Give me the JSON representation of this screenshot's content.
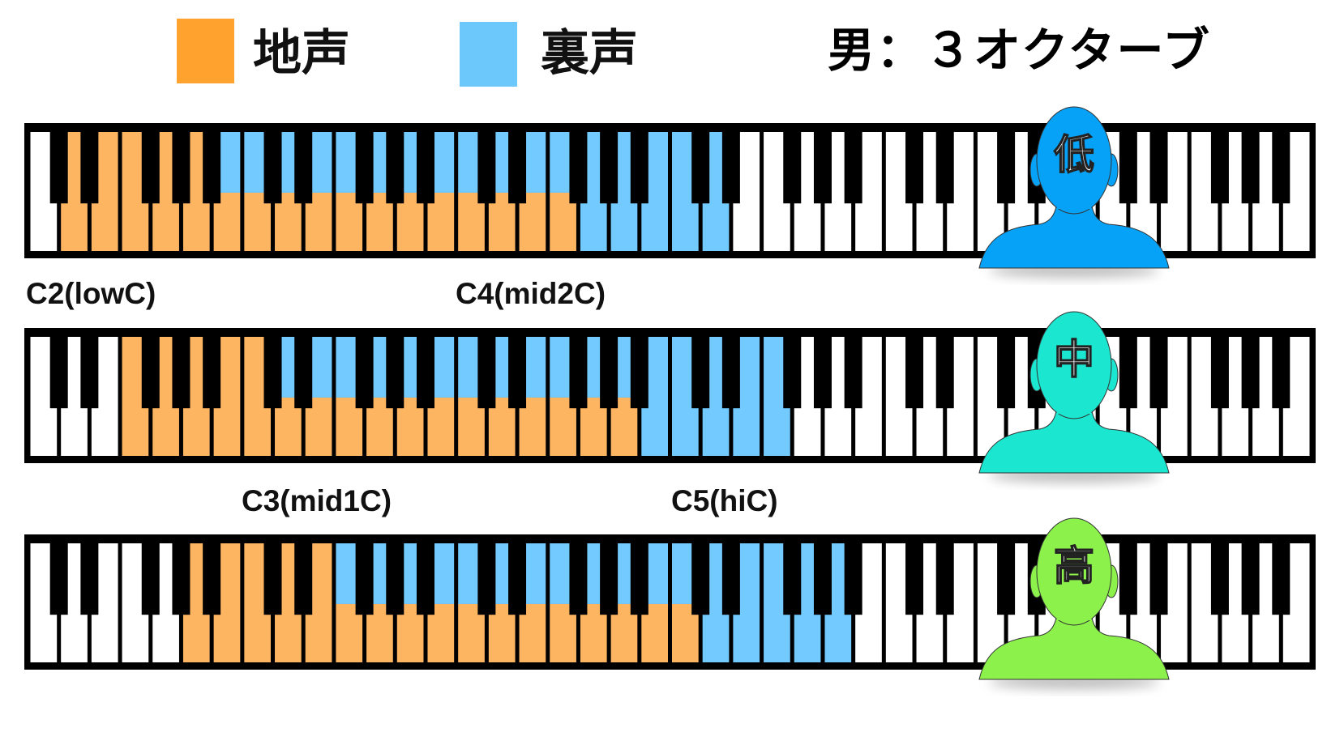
{
  "legend": {
    "chest_voice": {
      "label": "地声",
      "color": "#FFA22E"
    },
    "head_voice": {
      "label": "裏声",
      "color": "#6CC8FA"
    }
  },
  "title": "男：３オクターブ",
  "colors": {
    "chest_fill": "#FEB562",
    "head_fill": "#72CAFE",
    "white_key": "#FFFFFF",
    "black_key": "#000000"
  },
  "keyboard": {
    "white_key_count": 42,
    "start_note": "C2"
  },
  "rows": [
    {
      "id": "low",
      "head_label": "低",
      "head_color": "#06A2F8",
      "chest_only": [
        1,
        5
      ],
      "both": [
        6,
        17
      ],
      "head_only": [
        18,
        22
      ]
    },
    {
      "id": "mid",
      "head_label": "中",
      "head_color": "#1BE6D0",
      "chest_only": [
        3,
        7
      ],
      "both": [
        8,
        19
      ],
      "head_only": [
        20,
        24
      ]
    },
    {
      "id": "high",
      "head_label": "高",
      "head_color": "#8CF24B",
      "chest_only": [
        5,
        9
      ],
      "both": [
        10,
        21
      ],
      "head_only": [
        22,
        26
      ]
    }
  ],
  "labels": {
    "c2": "C2(lowC)",
    "c4": "C4(mid2C)",
    "c3": "C3(mid1C)",
    "c5": "C5(hiC)"
  }
}
